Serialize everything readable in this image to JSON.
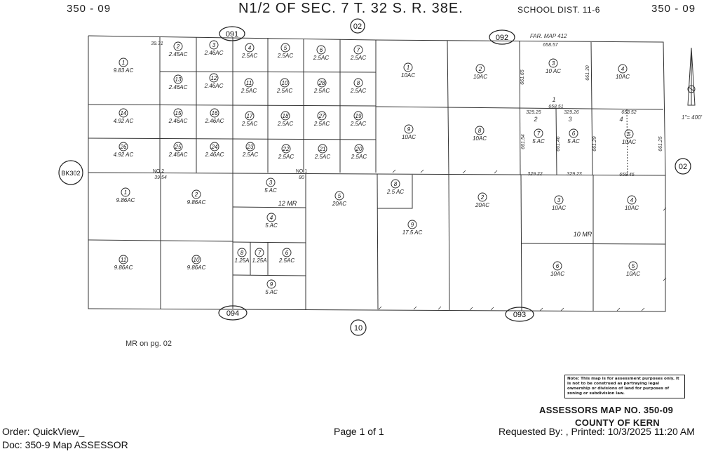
{
  "header": {
    "book_page_left": "350 - 09",
    "title": "N1/2 OF SEC. 7  T. 32 S. R. 38E.",
    "school_dist": "SCHOOL DIST. 11-6",
    "book_page_right": "350 - 09"
  },
  "neighbors": {
    "top_left": "091",
    "top_mid": "02",
    "top_right": "092",
    "left": "BK302",
    "right": "02",
    "bottom_left": "094",
    "bottom_mid": "10",
    "bottom_right": "093"
  },
  "map_refs": {
    "fair_map": "FAR. MAP 412",
    "mr_note": "MR on pg. 02",
    "scale": "1\"= 400'",
    "mr_12": "12 MR",
    "mr_10": "10 MR"
  },
  "dimensions": {
    "d1": "39.31",
    "d2": "39.54",
    "d3": "80",
    "d4": "658.57",
    "d5": "658.51",
    "d6": "329.25",
    "d7": "329.26",
    "d8": "658.52",
    "d9": "329.22",
    "d10": "329.23",
    "d11": "658.46",
    "d12": "661.65",
    "d13": "661.30",
    "d14": "661.54",
    "d15": "661.46",
    "d16": "661.29",
    "d17": "661.25",
    "sub1": "1",
    "sub2": "2",
    "sub3": "3",
    "sub4": "4"
  },
  "subdivision_labels": {
    "no2": "NO.2",
    "no1": "NO.1"
  },
  "parcels_top": [
    {
      "n": "1",
      "area": "9.83 AC"
    },
    {
      "n": "2",
      "area": "2.45AC"
    },
    {
      "n": "3",
      "area": "2.46AC"
    },
    {
      "n": "4",
      "area": "2.5AC"
    },
    {
      "n": "5",
      "area": "2.5AC"
    },
    {
      "n": "6",
      "area": "2.5AC"
    },
    {
      "n": "7",
      "area": "2.5AC"
    },
    {
      "n": "13",
      "area": "2.46AC"
    },
    {
      "n": "12",
      "area": "2.46AC"
    },
    {
      "n": "11",
      "area": "2.5AC"
    },
    {
      "n": "10",
      "area": "2.5AC"
    },
    {
      "n": "28",
      "area": "2.5AC"
    },
    {
      "n": "8",
      "area": "2.5AC"
    },
    {
      "n": "14",
      "area": "4.92 AC"
    },
    {
      "n": "15",
      "area": "2.46AC"
    },
    {
      "n": "16",
      "area": "2.46AC"
    },
    {
      "n": "17",
      "area": "2.5AC"
    },
    {
      "n": "18",
      "area": "2.5AC"
    },
    {
      "n": "27",
      "area": "2.5AC"
    },
    {
      "n": "19",
      "area": "2.5AC"
    },
    {
      "n": "26",
      "area": "4.92 AC"
    },
    {
      "n": "25",
      "area": "2.46AC"
    },
    {
      "n": "24",
      "area": "2.46AC"
    },
    {
      "n": "23",
      "area": "2.5AC"
    },
    {
      "n": "22",
      "area": "2.5AC"
    },
    {
      "n": "21",
      "area": "2.5AC"
    },
    {
      "n": "20",
      "area": "2.5AC"
    },
    {
      "n": "1",
      "area": "10AC"
    },
    {
      "n": "2",
      "area": "10AC"
    },
    {
      "n": "3",
      "area": "10 AC"
    },
    {
      "n": "4",
      "area": "10AC"
    },
    {
      "n": "9",
      "area": "10AC"
    },
    {
      "n": "8",
      "area": "10AC"
    },
    {
      "n": "7",
      "area": "5 AC"
    },
    {
      "n": "6",
      "area": "5 AC"
    },
    {
      "n": "5",
      "area": "10AC"
    }
  ],
  "parcels_bottom": [
    {
      "n": "1",
      "area": "9.86AC"
    },
    {
      "n": "2",
      "area": "9.86AC"
    },
    {
      "n": "3",
      "area": "5 AC"
    },
    {
      "n": "4",
      "area": "5 AC"
    },
    {
      "n": "5",
      "area": "20AC"
    },
    {
      "n": "8",
      "area": "2.5 AC"
    },
    {
      "n": "9",
      "area": "17.5 AC"
    },
    {
      "n": "2",
      "area": "20AC"
    },
    {
      "n": "3",
      "area": "10AC"
    },
    {
      "n": "4",
      "area": "10AC"
    },
    {
      "n": "11",
      "area": "9.86AC"
    },
    {
      "n": "10",
      "area": "9.86AC"
    },
    {
      "n": "8",
      "area": "1.25A"
    },
    {
      "n": "7",
      "area": "1.25A"
    },
    {
      "n": "6",
      "area": "2.5AC"
    },
    {
      "n": "9",
      "area": "5 AC"
    },
    {
      "n": "6",
      "area": "10AC"
    },
    {
      "n": "5",
      "area": "10AC"
    }
  ],
  "note_box": "Note: This map is for assessment purposes only. It is not to be construed as portraying legal ownership or divisions of land for purposes of zoning or subdivision law.",
  "assessor": {
    "map_no": "ASSESSORS MAP NO. 350-09",
    "county": "COUNTY OF KERN"
  },
  "footer": {
    "order": "Order: QuickView_",
    "doc": "Doc: 350-9 Map ASSESSOR",
    "page": "Page 1 of 1",
    "requested": "Requested By:   , Printed: 10/3/2025 11:20 AM"
  }
}
